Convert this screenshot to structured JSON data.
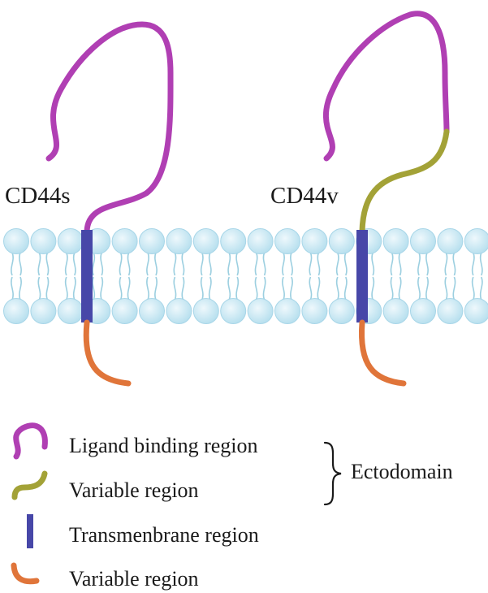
{
  "diagram": {
    "proteins": [
      {
        "id": "cd44s",
        "label": "CD44s"
      },
      {
        "id": "cd44v",
        "label": "CD44v"
      }
    ],
    "colors": {
      "ligand_binding": "#b03fb3",
      "variable_ecto": "#a3a237",
      "transmembrane": "#4747a8",
      "variable_cyto": "#e0753a",
      "lipid_head": "#c4e6f2",
      "lipid_tail": "#9ccfe0"
    }
  },
  "legend": {
    "items": [
      {
        "id": "ligand",
        "label": "Ligand binding region",
        "icon": "purple-curve-icon"
      },
      {
        "id": "variable-ecto",
        "label": "Variable region",
        "icon": "olive-curve-icon"
      },
      {
        "id": "transmembrane",
        "label": "Transmenbrane region",
        "icon": "blue-bar-icon"
      },
      {
        "id": "variable-cyto",
        "label": "Variable region",
        "icon": "orange-curve-icon"
      }
    ],
    "brace_label": "Ectodomain"
  }
}
